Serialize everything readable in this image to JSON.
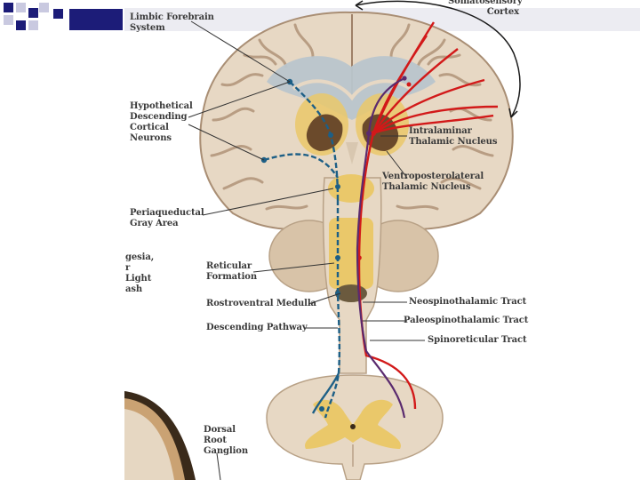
{
  "labels": {
    "somatosensory": [
      "Somatosensory",
      "Cortex"
    ],
    "limbic": [
      "Limbic Forebrain",
      "System"
    ],
    "hypothetical": [
      "Hypothetical",
      "Descending",
      "Cortical",
      "Neurons"
    ],
    "intralaminar": [
      "Intralaminar",
      "Thalamic Nucleus"
    ],
    "ventroposterolateral": [
      "Ventroposterolateral",
      "Thalamic Nucleus"
    ],
    "periaqueductal": [
      "Periaqueductal",
      "Gray Area"
    ],
    "reticular": [
      "Reticular",
      "Formation"
    ],
    "rostroventral": "Rostroventral Medulla",
    "descending": "Descending Pathway",
    "neospinothalamic": "Neospinothalamic Tract",
    "paleospinothalamic": "Paleospinothalamic Tract",
    "spinoreticular": "Spinoreticular Tract",
    "dorsal_root": [
      "Dorsal",
      "Root",
      "Ganglion"
    ],
    "cropped_left": [
      "gesia,",
      "r",
      "Light",
      "ash"
    ]
  },
  "colors": {
    "deco_navy": "#1c1c78",
    "tissue": "#e7d8c4",
    "gyrus_edge": "#b89d83",
    "gray_matter": "#eac86a",
    "limbic_blue": "#b9c5cc",
    "thalamus_brown": "#6b4a2b",
    "descending_blue": "#1d5f86",
    "neospino_red": "#d21919",
    "paleospino_purple": "#5a2a6e",
    "slide_bar": "#ececf2"
  }
}
